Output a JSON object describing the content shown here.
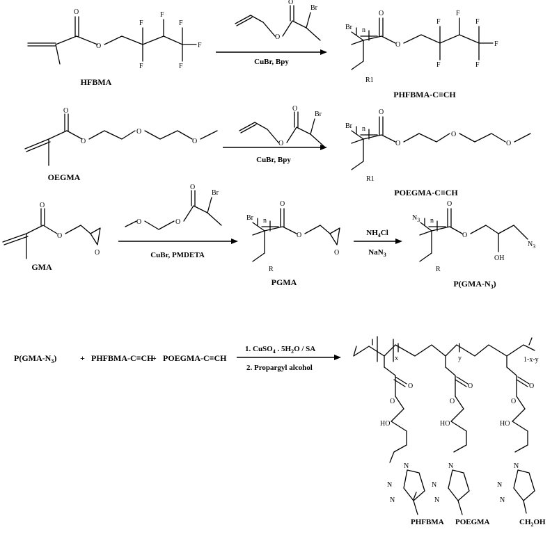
{
  "reactions": [
    {
      "reactant": "HFBMA",
      "condition": "CuBr, Bpy",
      "product": "PHFBMA-C≡CH"
    },
    {
      "reactant": "OEGMA",
      "condition": "CuBr, Bpy",
      "product": "POEGMA-C≡CH"
    },
    {
      "reactant": "GMA",
      "condition": "CuBr, PMDETA",
      "intermediate": "PGMA",
      "condition2_top": "NH4Cl",
      "condition2_bottom": "NaN3",
      "product": "P(GMA-N3)"
    }
  ],
  "final_step": {
    "reactant1": "P(GMA-N3)",
    "reactant2": "PHFBMA-C≡CH",
    "reactant3": "POEGMA-C≡CH",
    "plus": "+",
    "condition_1": "1. CuSO4 . 5H2O / SA",
    "condition_2": "2. Propargyl alcohol",
    "units": [
      "x",
      "y",
      "1-x-y"
    ],
    "pendants": [
      "PHFBMA",
      "POEGMA",
      "CH2OH"
    ]
  },
  "atoms": {
    "F": "F",
    "Br": "Br",
    "O": "O",
    "HO": "HO",
    "OH": "OH",
    "N": "N",
    "N3": "N3",
    "R": "R",
    "R1": "R1",
    "n": "n"
  }
}
